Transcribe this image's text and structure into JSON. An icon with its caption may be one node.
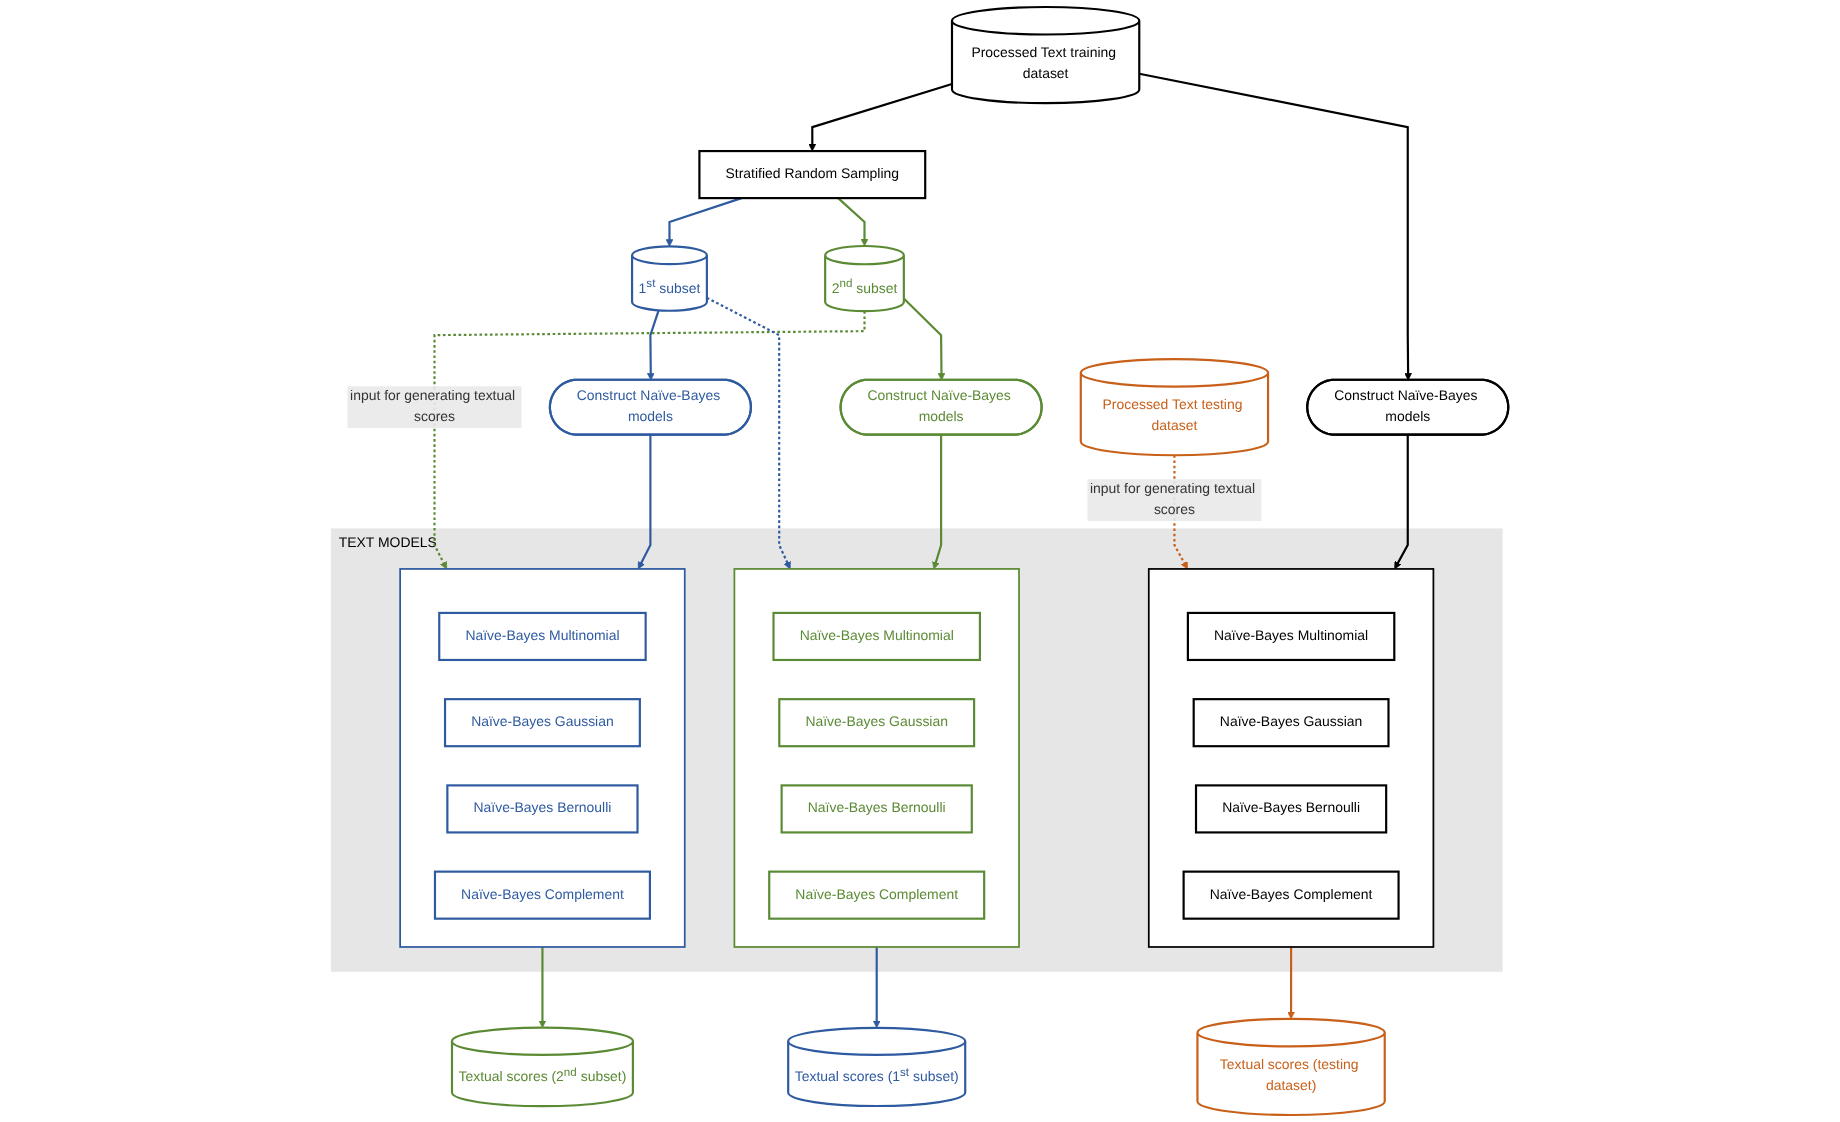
{
  "diagram": {
    "nodes": [
      {
        "text": [
          "Processed Text training dataset"
        ]
      },
      {
        "text": [
          "Processed Text testing dataset"
        ]
      },
      {
        "text": [
          "Stratified Random Sampling"
        ]
      },
      {
        "text": [
          "1$^{st}$ subset"
        ]
      },
      {
        "text": [
          "2$^{nd}$ subset"
        ]
      },
      {
        "text": [
          "Construct Naïve-Bayes models"
        ]
      },
      {
        "text": [
          "Construct Naïve-Bayes models"
        ]
      },
      {
        "text": [
          "Construct Naïve-Bayes models"
        ]
      },
      {
        "text": [
          "TEXT MODELS"
        ]
      },
      {
        "text": [],
        "shape": "box",
        "in": 8
      },
      {
        "text": [
          "Naïve-Bayes Multinomial"
        ],
        "in": 9
      },
      {
        "text": [
          "Naïve-Bayes Gaussian"
        ],
        "in": 9
      },
      {
        "text": [
          "Naïve-Bayes Bernoulli"
        ],
        "in": 9
      },
      {
        "text": [
          "Naïve-Bayes Complement"
        ],
        "in": 9
      },
      {
        "text": [],
        "shape": "box",
        "in": 8
      },
      {
        "text": [
          "Naïve-Bayes Multinomial"
        ],
        "in": 14
      },
      {
        "text": [
          "Naïve-Bayes Gaussian"
        ],
        "in": 14
      },
      {
        "text": [
          "Naïve-Bayes Bernoulli"
        ],
        "in": 14
      },
      {
        "text": [
          "Naïve-Bayes Complement"
        ],
        "in": 14
      },
      {
        "text": [],
        "shape": "box",
        "in": 8
      },
      {
        "text": [
          "Naïve-Bayes Multinomial"
        ],
        "in": 19
      },
      {
        "text": [
          "Naïve-Bayes Gaussian"
        ],
        "in": 19
      },
      {
        "text": [
          "Naïve-Bayes Bernoulli"
        ],
        "in": 19
      },
      {
        "text": [
          "Naïve-Bayes Complement"
        ],
        "in": 19
      },
      {
        "text": [
          "Textual scores (2$^{nd}$ subset)"
        ]
      },
      {
        "text": [
          "Textual scores (1$^{st}$ subset)"
        ]
      },
      {
        "text": [
          "Textual scores (testing dataset)"
        ]
      }
    ],
    "edges": [
      {
        "from": 0,
        "to": 2,
        "arrow": "to",
        "color": "#000000"
      },
      {
        "from": 0,
        "to": 7,
        "arrow": "to",
        "color": "#000000"
      },
      {
        "from": 2,
        "to": 3,
        "arrow": "to",
        "color": "#2e5aa0"
      },
      {
        "from": 2,
        "to": 4,
        "arrow": "to",
        "color": "#5a8a34"
      },
      {
        "from": 4,
        "to": 9,
        "arrow": "to",
        "style": "dashed",
        "color": "#5a8a34",
        "label": "input for generating textual scores"
      },
      {
        "from": 3,
        "to": 14,
        "arrow": "to",
        "style": "dashed",
        "color": "#2e5aa0"
      },
      {
        "from": 3,
        "to": 5,
        "arrow": "to",
        "color": "#2e5aa0"
      },
      {
        "from": 4,
        "to": 6,
        "arrow": "to",
        "color": "#5a8a34"
      },
      {
        "from": 1,
        "to": 19,
        "arrow": "to",
        "style": "dashed",
        "color": "#c8601a",
        "label": "input for generating textual scores"
      },
      {
        "from": 5,
        "to": 9,
        "arrow": "to",
        "color": "#2e5aa0"
      },
      {
        "from": 6,
        "to": 14,
        "arrow": "to",
        "color": "#5a8a34"
      },
      {
        "from": 7,
        "to": 19,
        "arrow": "to",
        "color": "#000000"
      },
      {
        "from": 9,
        "to": 24,
        "arrow": "to",
        "color": "#5a8a34"
      },
      {
        "from": 14,
        "to": 25,
        "arrow": "to",
        "color": "#2e5aa0"
      },
      {
        "from": 19,
        "to": 26,
        "arrow": "to",
        "color": "#c8601a"
      }
    ]
  }
}
